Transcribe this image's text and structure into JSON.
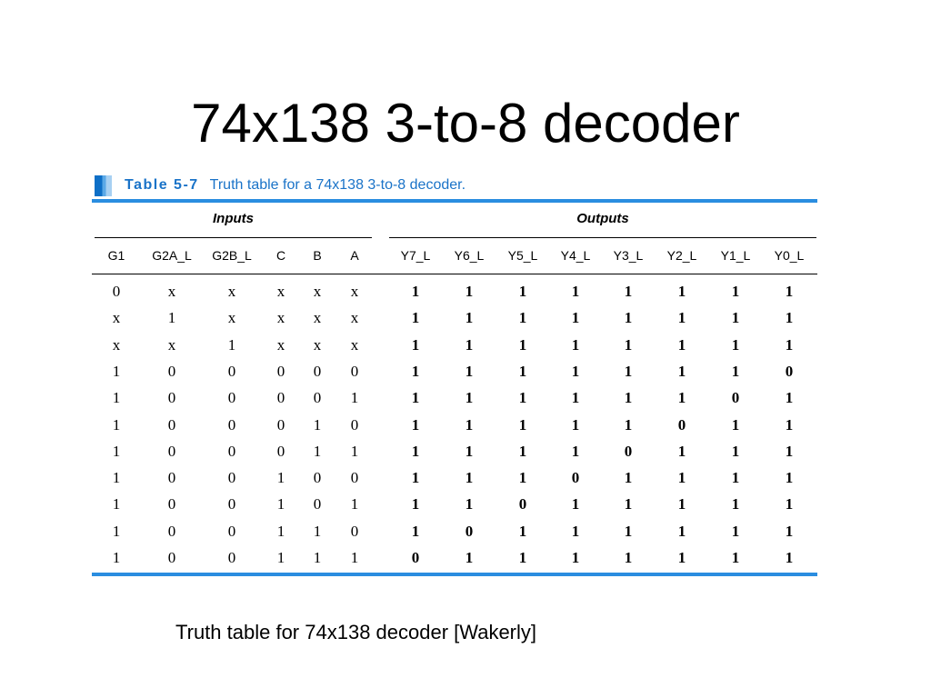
{
  "title": "74x138 3-to-8 decoder",
  "table": {
    "caption_label": "Table 5-7",
    "caption_text": "Truth table for a 74x138 3-to-8 decoder.",
    "group_inputs": "Inputs",
    "group_outputs": "Outputs",
    "input_headers": [
      "G1",
      "G2A_L",
      "G2B_L",
      "C",
      "B",
      "A"
    ],
    "output_headers": [
      "Y7_L",
      "Y6_L",
      "Y5_L",
      "Y4_L",
      "Y3_L",
      "Y2_L",
      "Y1_L",
      "Y0_L"
    ],
    "rows": [
      {
        "inputs": [
          "0",
          "x",
          "x",
          "x",
          "x",
          "x"
        ],
        "outputs": [
          "1",
          "1",
          "1",
          "1",
          "1",
          "1",
          "1",
          "1"
        ]
      },
      {
        "inputs": [
          "x",
          "1",
          "x",
          "x",
          "x",
          "x"
        ],
        "outputs": [
          "1",
          "1",
          "1",
          "1",
          "1",
          "1",
          "1",
          "1"
        ]
      },
      {
        "inputs": [
          "x",
          "x",
          "1",
          "x",
          "x",
          "x"
        ],
        "outputs": [
          "1",
          "1",
          "1",
          "1",
          "1",
          "1",
          "1",
          "1"
        ]
      },
      {
        "inputs": [
          "1",
          "0",
          "0",
          "0",
          "0",
          "0"
        ],
        "outputs": [
          "1",
          "1",
          "1",
          "1",
          "1",
          "1",
          "1",
          "0"
        ]
      },
      {
        "inputs": [
          "1",
          "0",
          "0",
          "0",
          "0",
          "1"
        ],
        "outputs": [
          "1",
          "1",
          "1",
          "1",
          "1",
          "1",
          "0",
          "1"
        ]
      },
      {
        "inputs": [
          "1",
          "0",
          "0",
          "0",
          "1",
          "0"
        ],
        "outputs": [
          "1",
          "1",
          "1",
          "1",
          "1",
          "0",
          "1",
          "1"
        ]
      },
      {
        "inputs": [
          "1",
          "0",
          "0",
          "0",
          "1",
          "1"
        ],
        "outputs": [
          "1",
          "1",
          "1",
          "1",
          "0",
          "1",
          "1",
          "1"
        ]
      },
      {
        "inputs": [
          "1",
          "0",
          "0",
          "1",
          "0",
          "0"
        ],
        "outputs": [
          "1",
          "1",
          "1",
          "0",
          "1",
          "1",
          "1",
          "1"
        ]
      },
      {
        "inputs": [
          "1",
          "0",
          "0",
          "1",
          "0",
          "1"
        ],
        "outputs": [
          "1",
          "1",
          "0",
          "1",
          "1",
          "1",
          "1",
          "1"
        ]
      },
      {
        "inputs": [
          "1",
          "0",
          "0",
          "1",
          "1",
          "0"
        ],
        "outputs": [
          "1",
          "0",
          "1",
          "1",
          "1",
          "1",
          "1",
          "1"
        ]
      },
      {
        "inputs": [
          "1",
          "0",
          "0",
          "1",
          "1",
          "1"
        ],
        "outputs": [
          "0",
          "1",
          "1",
          "1",
          "1",
          "1",
          "1",
          "1"
        ]
      }
    ]
  },
  "footer_caption": "Truth table for 74x138 decoder [Wakerly]",
  "colors": {
    "accent": "#2a8de0",
    "caption_text": "#1a73c8"
  }
}
